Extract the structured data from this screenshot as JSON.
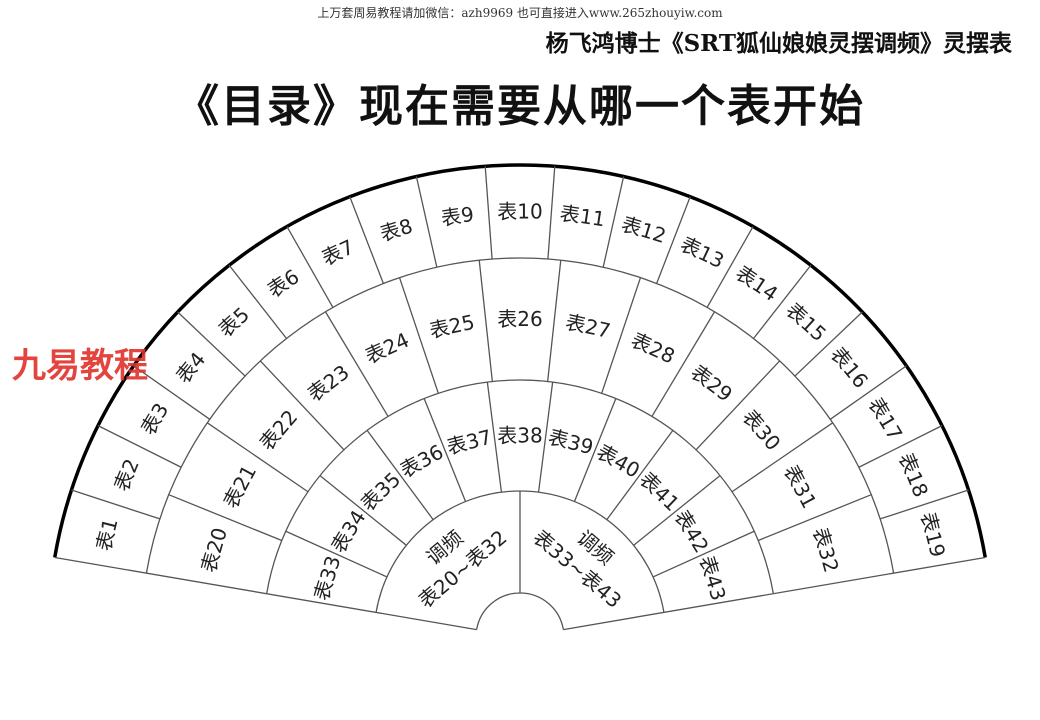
{
  "header": {
    "top_note": "上万套周易教程请加微信：azh9969   也可直接进入www.265zhouyiw.com",
    "subtitle": "杨飞鸿博士《SRT狐仙娘娘灵摆调频》灵摆表",
    "title": "《目录》现在需要从哪一个表开始"
  },
  "watermark": "九易教程",
  "fan": {
    "rings": [
      {
        "name": "inner",
        "cells": [
          {
            "lines": [
              "调频",
              "表20~表32"
            ]
          },
          {
            "lines": [
              "调频",
              "表33~表43"
            ]
          }
        ]
      },
      {
        "name": "ring2",
        "cells": [
          "表33",
          "表34",
          "表35",
          "表36",
          "表37",
          "表38",
          "表39",
          "表40",
          "表41",
          "表42",
          "表43"
        ]
      },
      {
        "name": "ring3",
        "cells": [
          "表20",
          "表21",
          "表22",
          "表23",
          "表24",
          "表25",
          "表26",
          "表27",
          "表28",
          "表29",
          "表30",
          "表31",
          "表32"
        ]
      },
      {
        "name": "outer",
        "cells": [
          "表1",
          "表2",
          "表3",
          "表4",
          "表5",
          "表6",
          "表7",
          "表8",
          "表9",
          "表10",
          "表11",
          "表12",
          "表13",
          "表14",
          "表15",
          "表16",
          "表17",
          "表18",
          "表19"
        ]
      }
    ]
  }
}
